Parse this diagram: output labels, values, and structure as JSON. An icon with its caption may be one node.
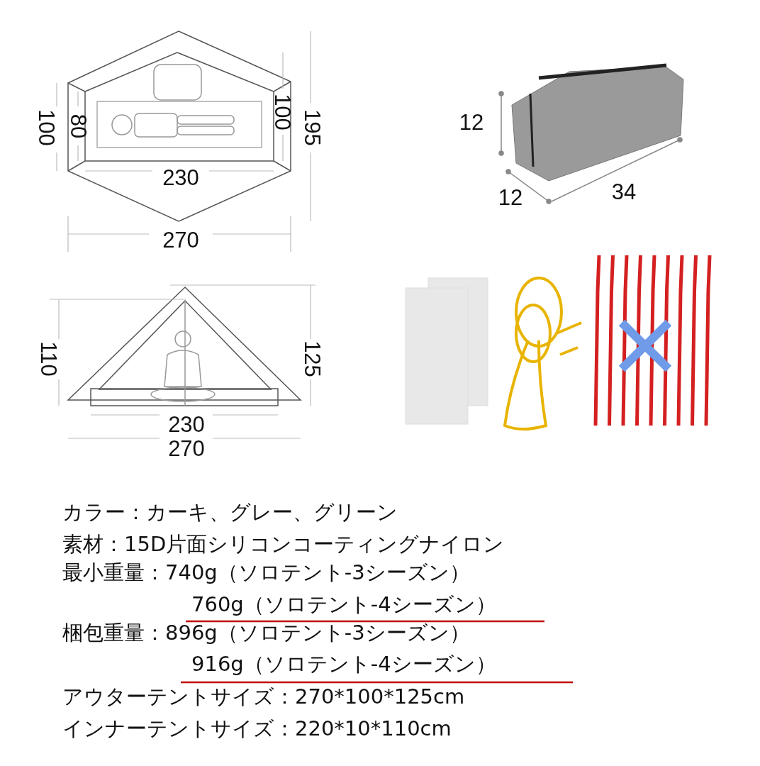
{
  "diagram": {
    "labels": [
      "100",
      "80",
      "100",
      "195",
      "230",
      "270",
      "12",
      "12",
      "34",
      "110",
      "125",
      "230",
      "270",
      "カラー：カーキ、グレー、グリーン",
      "素材：15D片面シリコンコーティングナイロン",
      "最小重量：740g（ソロテント-3シーズン）",
      "760g（ソロテント-4シーズン）",
      "梱包重量：896g（ソロテント-3シーズン）",
      "916g（ソロテント-4シーズン）",
      "アウターテントサイズ：270*100*125cm",
      "インナーテントサイズ：220*10*110cm"
    ]
  }
}
